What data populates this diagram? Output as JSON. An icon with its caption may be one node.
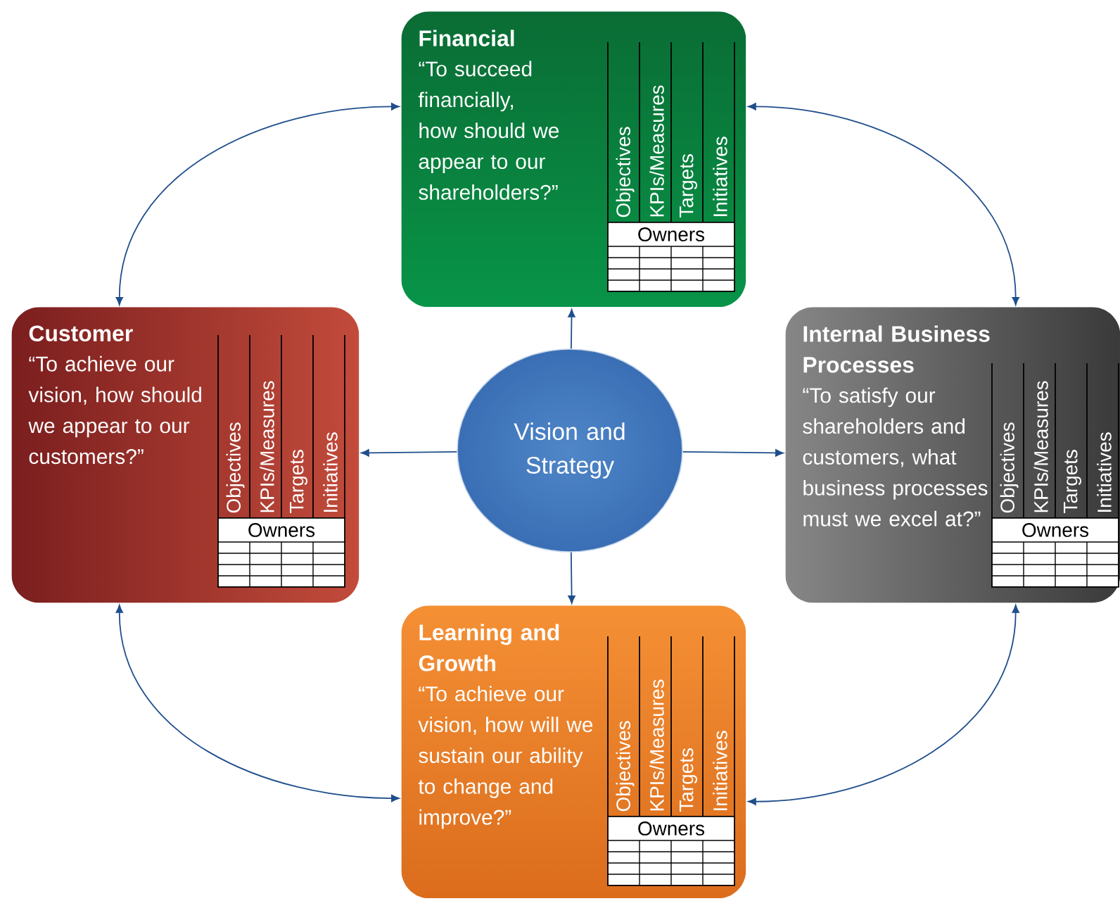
{
  "diagram": {
    "nodes": [
      {
        "text": [
          "Vision and Strategy"
        ]
      },
      {
        "text": [
          "Financial",
          "“To succeed financially, how should we appear to our shareholders?”",
          "Objectives",
          "KPIs/Measures",
          "Targets",
          "Initiatives",
          "Owners"
        ]
      },
      {
        "text": [
          "Customer",
          "“To achieve our vision, how should we appear to our customers?”",
          "Objectives",
          "KPIs/Measures",
          "Targets",
          "Initiatives",
          "Owners"
        ]
      },
      {
        "text": [
          "Internal Business Processes",
          "“To satisfy our shareholders and customers, what business processes must we excel at?”",
          "Objectives",
          "KPIs/Measures",
          "Targets",
          "Initiatives",
          "Owners"
        ]
      },
      {
        "text": [
          "Learning and Growth",
          "“To achieve our vision, how will we sustain our ability to change and improve?”",
          "Objectives",
          "KPIs/Measures",
          "Targets",
          "Initiatives",
          "Owners"
        ]
      }
    ],
    "edges": [
      {
        "from": 0,
        "to": 1,
        "arrow": "to"
      },
      {
        "from": 0,
        "to": 2,
        "arrow": "to"
      },
      {
        "from": 0,
        "to": 3,
        "arrow": "to"
      },
      {
        "from": 0,
        "to": 4,
        "arrow": "to"
      },
      {
        "from": 1,
        "to": 2,
        "arrow": "both"
      },
      {
        "from": 1,
        "to": 3,
        "arrow": "both"
      },
      {
        "from": 2,
        "to": 4,
        "arrow": "both"
      },
      {
        "from": 3,
        "to": 4,
        "arrow": "both"
      }
    ]
  }
}
